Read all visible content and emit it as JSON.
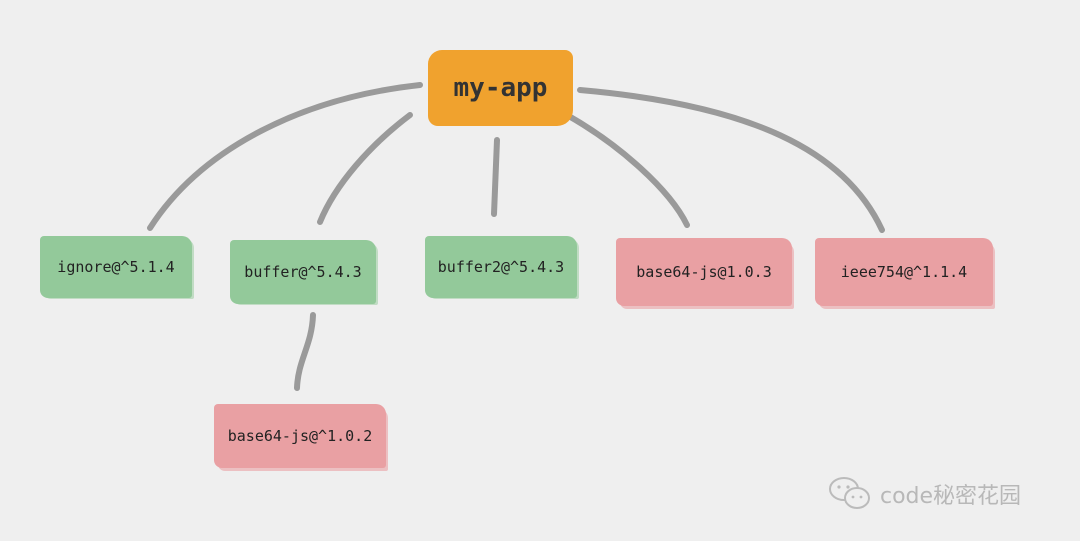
{
  "root": {
    "label": "my-app",
    "color": "#f0a22e"
  },
  "dependencies": [
    {
      "label": "ignore@^5.1.4",
      "status": "ok",
      "color": "#93c99a"
    },
    {
      "label": "buffer@^5.4.3",
      "status": "ok",
      "color": "#93c99a"
    },
    {
      "label": "buffer2@^5.4.3",
      "status": "ok",
      "color": "#93c99a"
    },
    {
      "label": "base64-js@1.0.3",
      "status": "conflict",
      "color": "#e9a0a3"
    },
    {
      "label": "ieee754@^1.1.4",
      "status": "conflict",
      "color": "#e9a0a3"
    }
  ],
  "sub_dependencies": [
    {
      "parent": "buffer@^5.4.3",
      "label": "base64-js@^1.0.2",
      "status": "conflict",
      "color": "#e9a0a3"
    }
  ],
  "watermark": {
    "text": "code秘密花园",
    "icon": "wechat-icon"
  }
}
